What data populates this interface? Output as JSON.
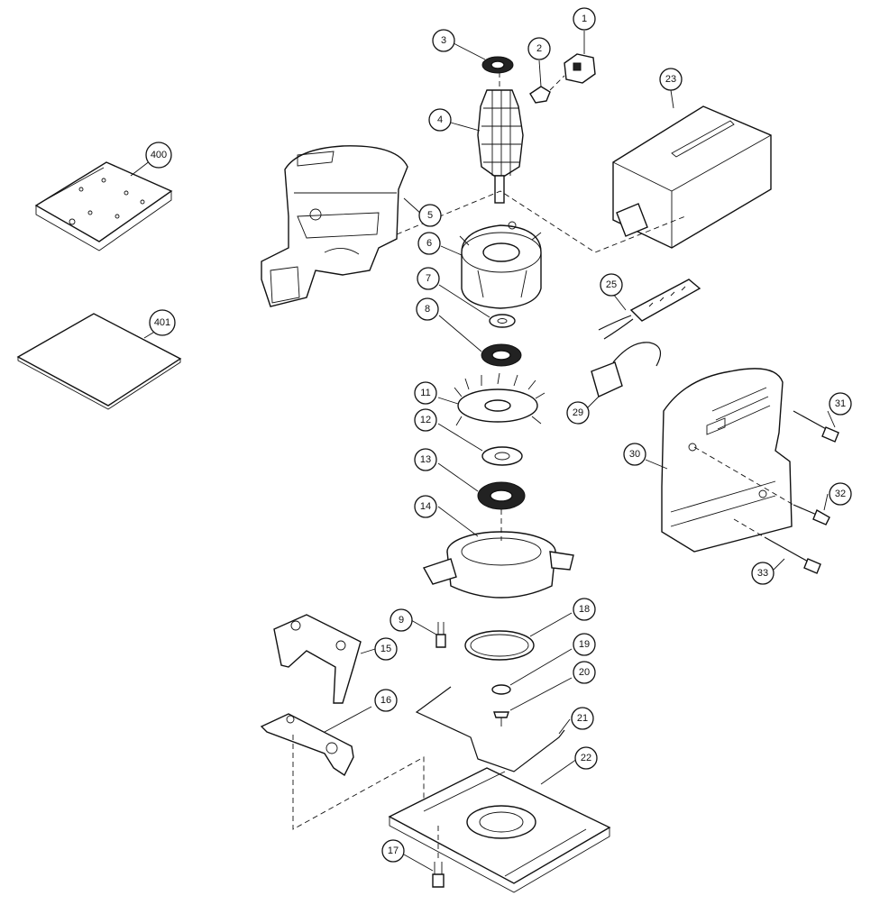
{
  "callouts": [
    {
      "id": "c1",
      "label": "1"
    },
    {
      "id": "c2",
      "label": "2"
    },
    {
      "id": "c3",
      "label": "3"
    },
    {
      "id": "c4",
      "label": "4"
    },
    {
      "id": "c5",
      "label": "5"
    },
    {
      "id": "c6",
      "label": "6"
    },
    {
      "id": "c7",
      "label": "7"
    },
    {
      "id": "c8",
      "label": "8"
    },
    {
      "id": "c9",
      "label": "9"
    },
    {
      "id": "c11",
      "label": "11"
    },
    {
      "id": "c12",
      "label": "12"
    },
    {
      "id": "c13",
      "label": "13"
    },
    {
      "id": "c14",
      "label": "14"
    },
    {
      "id": "c15",
      "label": "15"
    },
    {
      "id": "c16",
      "label": "16"
    },
    {
      "id": "c17",
      "label": "17"
    },
    {
      "id": "c18",
      "label": "18"
    },
    {
      "id": "c19",
      "label": "19"
    },
    {
      "id": "c20",
      "label": "20"
    },
    {
      "id": "c21",
      "label": "21"
    },
    {
      "id": "c22",
      "label": "22"
    },
    {
      "id": "c23",
      "label": "23"
    },
    {
      "id": "c25",
      "label": "25"
    },
    {
      "id": "c29",
      "label": "29"
    },
    {
      "id": "c30",
      "label": "30"
    },
    {
      "id": "c31",
      "label": "31"
    },
    {
      "id": "c32",
      "label": "32"
    },
    {
      "id": "c33",
      "label": "33"
    },
    {
      "id": "c400",
      "label": "400"
    },
    {
      "id": "c401",
      "label": "401"
    }
  ]
}
